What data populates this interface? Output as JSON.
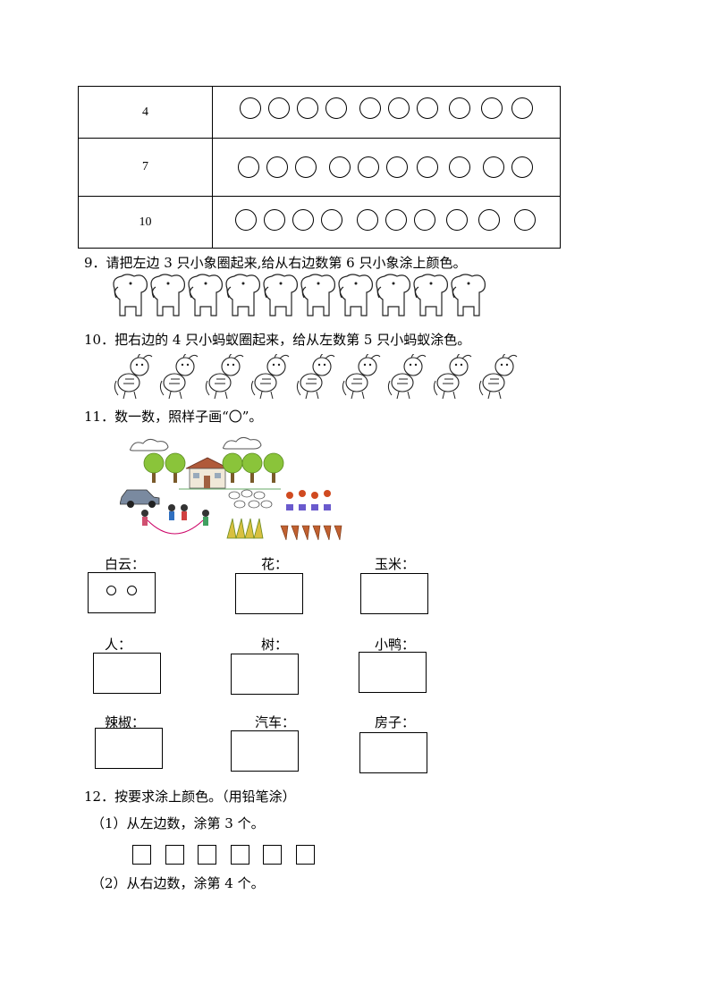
{
  "table": {
    "rows": [
      {
        "number": "4",
        "circles": 10
      },
      {
        "number": "7",
        "circles": 10
      },
      {
        "number": "10",
        "circles": 10
      }
    ]
  },
  "q9": {
    "text": "9．请把左边 3 只小象圈起来,给从右边数第 6 只小象涂上颜色。",
    "elephant_count": 10
  },
  "q10": {
    "text": "10．把右边的 4 只小蚂蚁圈起来，给从左数第 5 只小蚂蚁涂色。",
    "ant_count": 9
  },
  "q11": {
    "text": "11．数一数，照样子画“〇”。",
    "labels": {
      "cloud": "白云：",
      "flower": "花：",
      "corn": "玉米：",
      "person": "人：",
      "tree": "树：",
      "duck": "小鸭：",
      "pepper": "辣椒：",
      "car": "汽车：",
      "house": "房子："
    },
    "example_circles": 2
  },
  "q12": {
    "text": "12．按要求涂上颜色。（用铅笔涂）",
    "part1": "（1）从左边数，涂第 3 个。",
    "part2": "（2）从右边数，涂第 4 个。",
    "squares": 6
  },
  "colors": {
    "tree": "#8ac43a",
    "trunk": "#7a5a2a",
    "house_roof": "#b05a3a",
    "car": "#7a8aa0",
    "flower": "#d04a20",
    "corn": "#d8c040"
  }
}
